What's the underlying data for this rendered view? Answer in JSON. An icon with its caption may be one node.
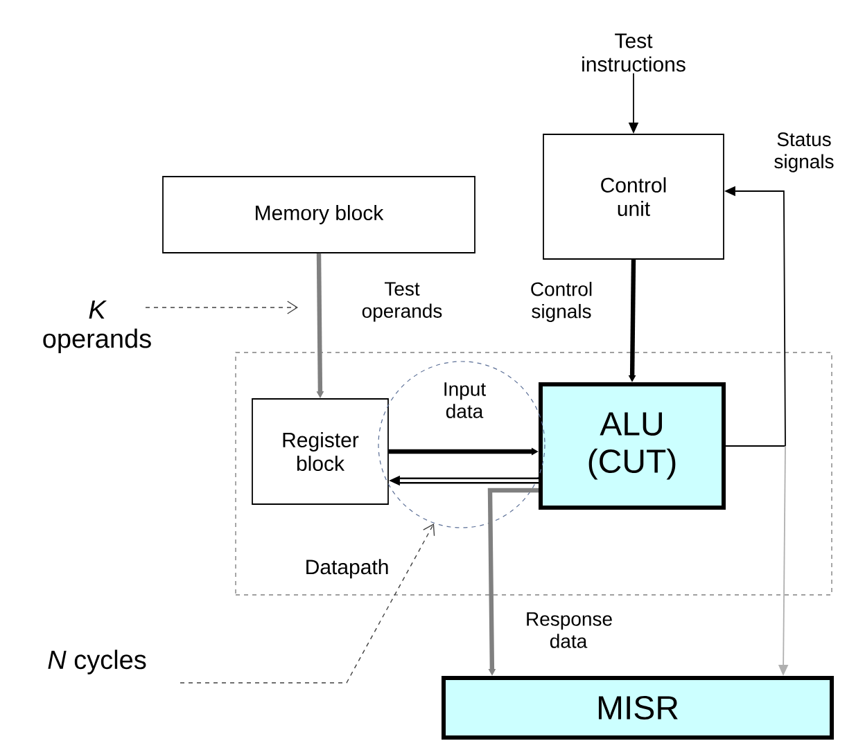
{
  "diagram": {
    "nodes": [
      {
        "text": [
          "Memory block"
        ]
      },
      {
        "text": [
          "Control unit"
        ]
      },
      {
        "text": [
          "Datapath"
        ]
      },
      {
        "text": [
          "Register block"
        ],
        "in": 2
      },
      {
        "text": [
          "ALU (CUT)"
        ],
        "in": 2
      },
      {
        "text": [
          "MISR"
        ]
      },
      {
        "text": [
          "Test instructions"
        ]
      },
      {
        "text": [
          "*K* operands"
        ]
      },
      {
        "text": [
          "*N* cycles"
        ]
      }
    ],
    "edges": [
      {
        "from": 6,
        "to": 1,
        "arrow": "to"
      },
      {
        "from": 0,
        "to": 3,
        "arrow": "to",
        "label": "Test operands",
        "style": "thick",
        "color": "#808080"
      },
      {
        "from": 1,
        "to": 4,
        "arrow": "to",
        "label": "Control signals",
        "style": "thick"
      },
      {
        "from": 3,
        "to": 4,
        "arrow": "to",
        "label": "Input data",
        "style": "thick"
      },
      {
        "from": 4,
        "to": 3,
        "arrow": "to",
        "style": "thick"
      },
      {
        "from": 4,
        "to": 5,
        "arrow": "to",
        "label": "Response data",
        "style": "thick",
        "color": "#808080"
      },
      {
        "from": 4,
        "to": 1,
        "arrow": "to",
        "label": "Status signals"
      },
      {
        "from": 4,
        "to": 5,
        "arrow": "to",
        "color": "#b0b0b0"
      },
      {
        "from": 7,
        "to": null,
        "arrow": "to",
        "style": "dashed",
        "color": "#404040"
      },
      {
        "from": 8,
        "to": null,
        "arrow": "to",
        "style": "dashed",
        "color": "#404040"
      }
    ]
  }
}
